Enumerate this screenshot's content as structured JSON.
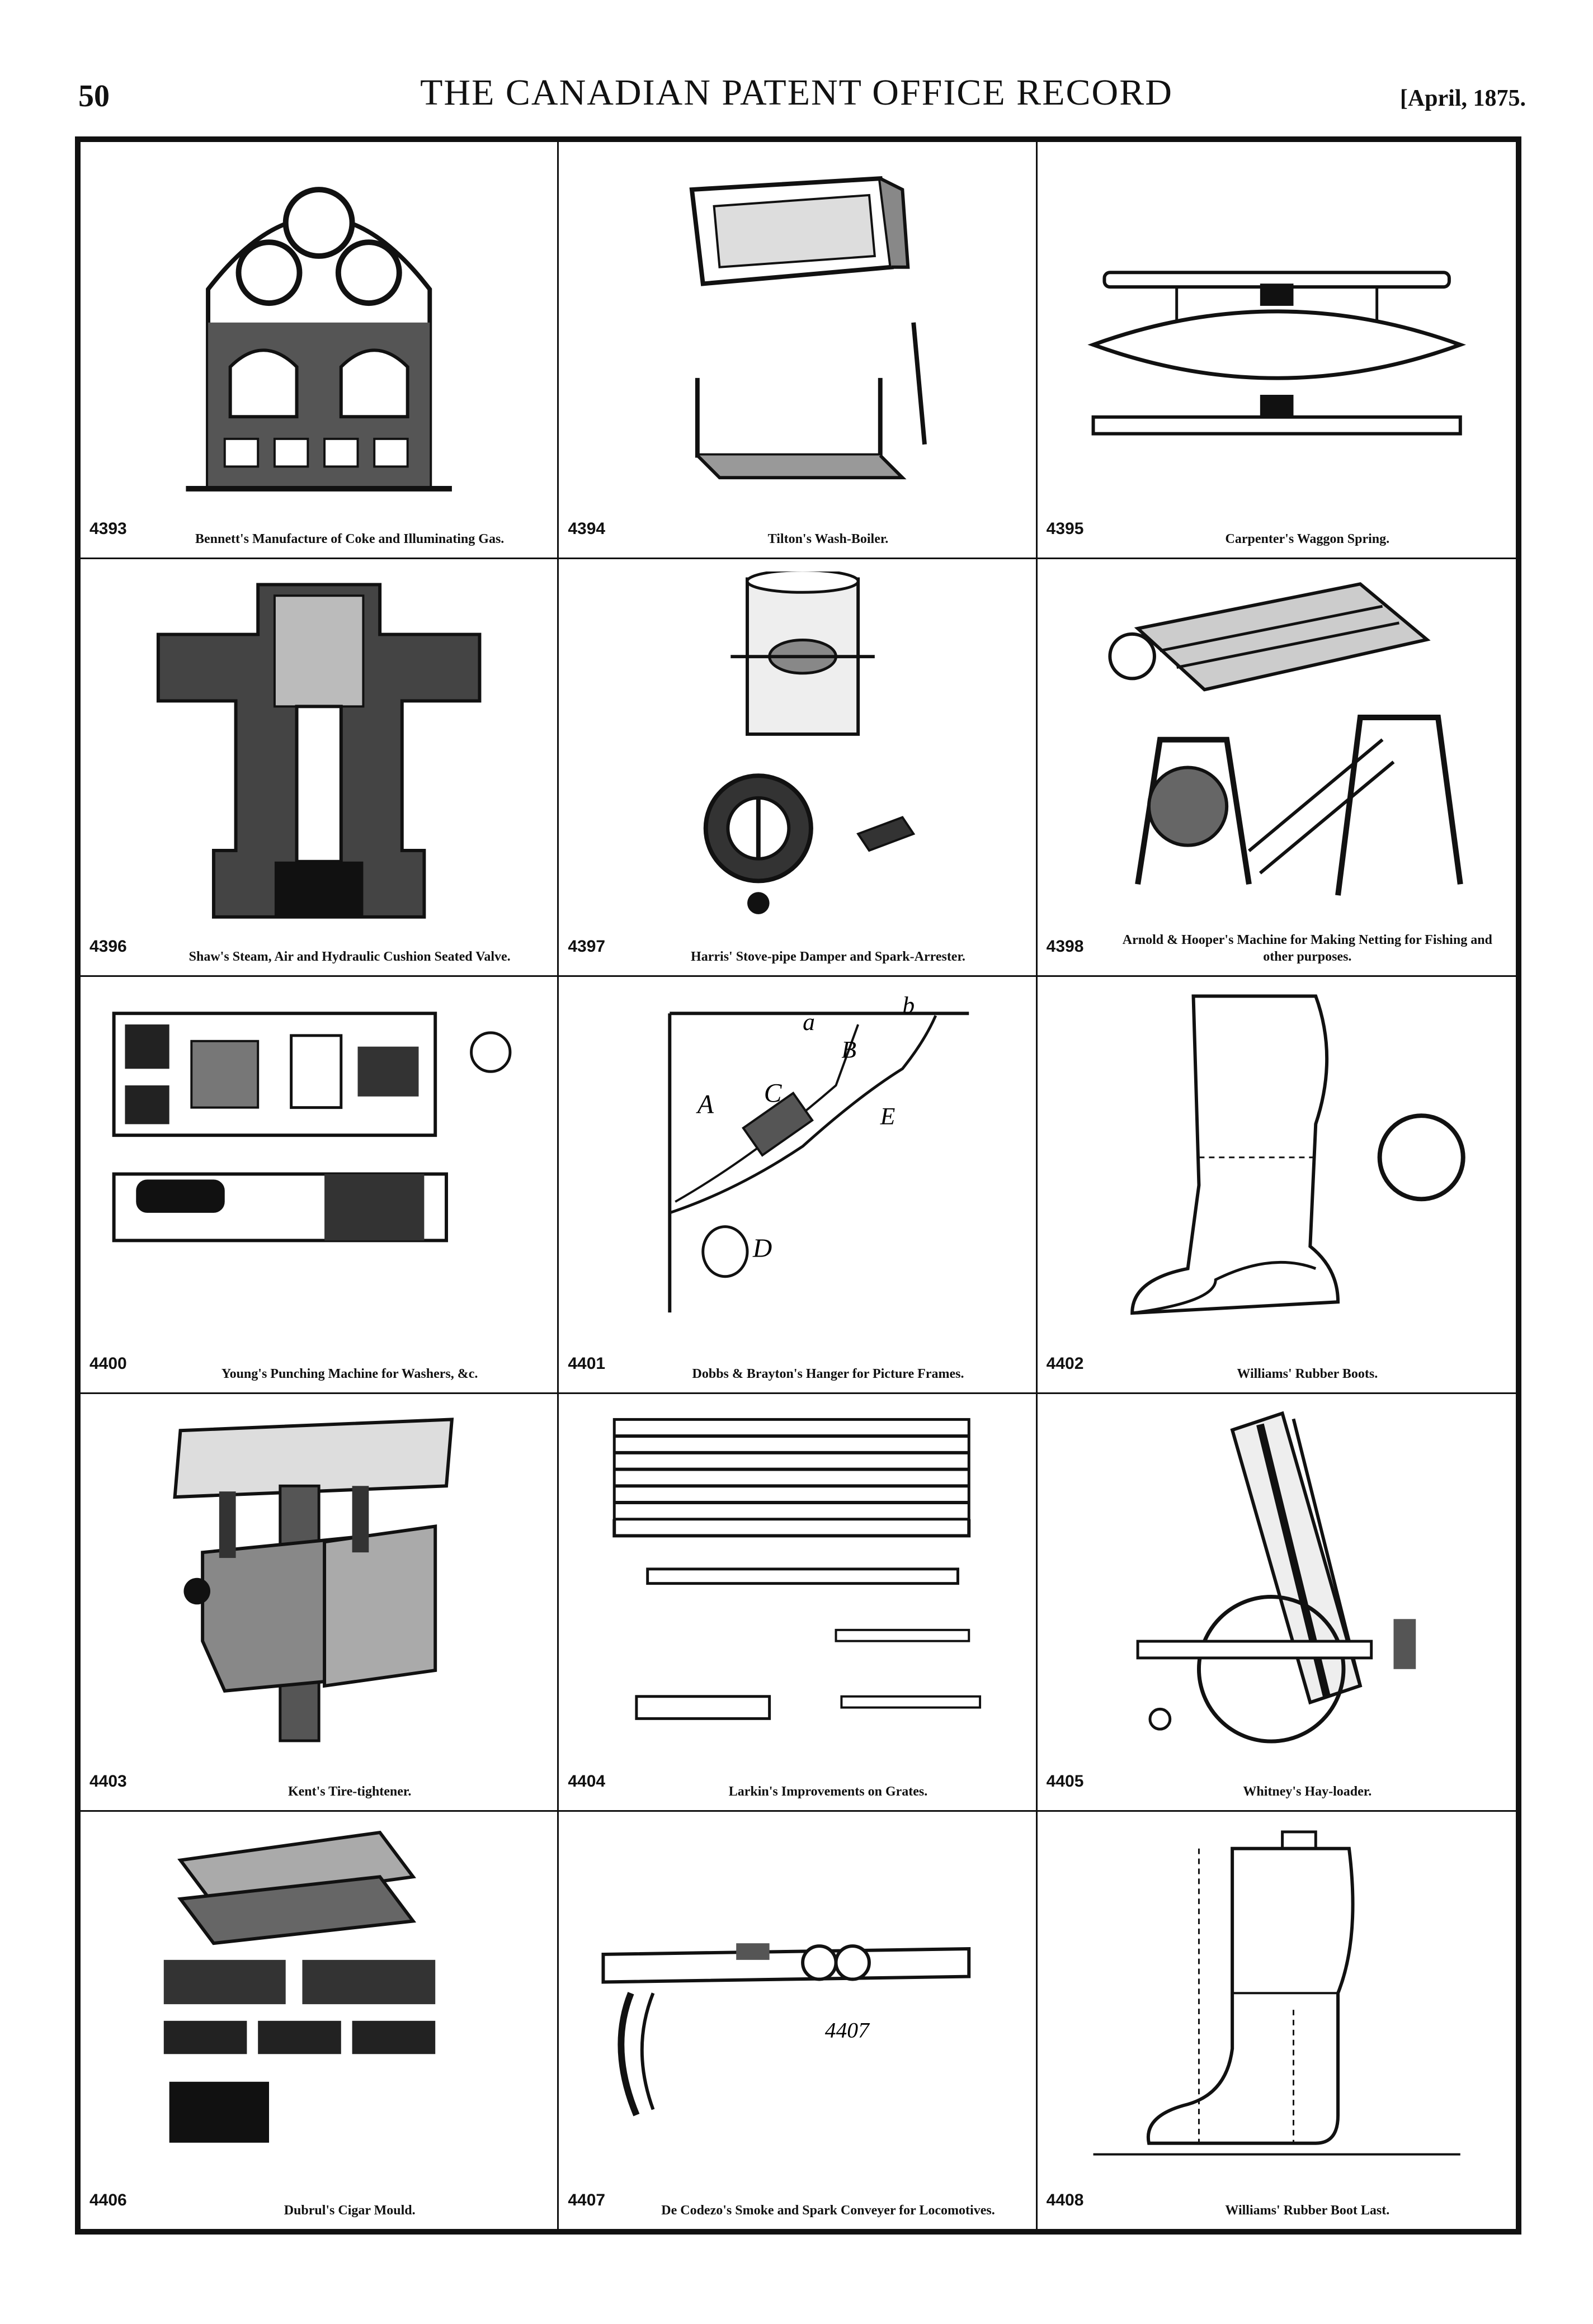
{
  "header": {
    "page_number": "50",
    "title": "THE CANADIAN PATENT OFFICE RECORD",
    "date": "[April, 1875."
  },
  "patents": [
    {
      "number": "4393",
      "caption": "Bennett's Manufacture of Coke and Illuminating Gas.",
      "figure": "coke-oven-figure"
    },
    {
      "number": "4394",
      "caption": "Tilton's Wash-Boiler.",
      "figure": "wash-boiler-figure"
    },
    {
      "number": "4395",
      "caption": "Carpenter's Waggon Spring.",
      "figure": "waggon-spring-figure"
    },
    {
      "number": "4396",
      "caption": "Shaw's Steam, Air and Hydraulic Cushion Seated Valve.",
      "figure": "valve-figure"
    },
    {
      "number": "4397",
      "caption": "Harris' Stove-pipe Damper and Spark-Arrester.",
      "figure": "stovepipe-damper-figure"
    },
    {
      "number": "4398",
      "caption": "Arnold & Hooper's Machine for Making Netting for Fishing and other purposes.",
      "figure": "netting-machine-figure"
    },
    {
      "number": "4400",
      "caption": "Young's Punching Machine for Washers, &c.",
      "figure": "punching-machine-figure"
    },
    {
      "number": "4401",
      "caption": "Dobbs & Brayton's Hanger for Picture Frames.",
      "figure": "picture-hanger-figure"
    },
    {
      "number": "4402",
      "caption": "Williams' Rubber Boots.",
      "figure": "rubber-boot-figure"
    },
    {
      "number": "4403",
      "caption": "Kent's Tire-tightener.",
      "figure": "tire-tightener-figure"
    },
    {
      "number": "4404",
      "caption": "Larkin's Improvements on Grates.",
      "figure": "grate-figure"
    },
    {
      "number": "4405",
      "caption": "Whitney's Hay-loader.",
      "figure": "hay-loader-figure"
    },
    {
      "number": "4406",
      "caption": "Dubrul's Cigar Mould.",
      "figure": "cigar-mould-figure"
    },
    {
      "number": "4407",
      "caption": "De Codezo's Smoke and Spark Conveyer for Locomotives.",
      "figure": "spark-conveyer-figure"
    },
    {
      "number": "4408",
      "caption": "Williams' Rubber Boot Last.",
      "figure": "boot-last-figure"
    }
  ],
  "figure_labels": {
    "fig_4401_letters": [
      "A",
      "B",
      "C",
      "D",
      "E",
      "a",
      "b"
    ],
    "fig_4407_mark": "4407"
  }
}
